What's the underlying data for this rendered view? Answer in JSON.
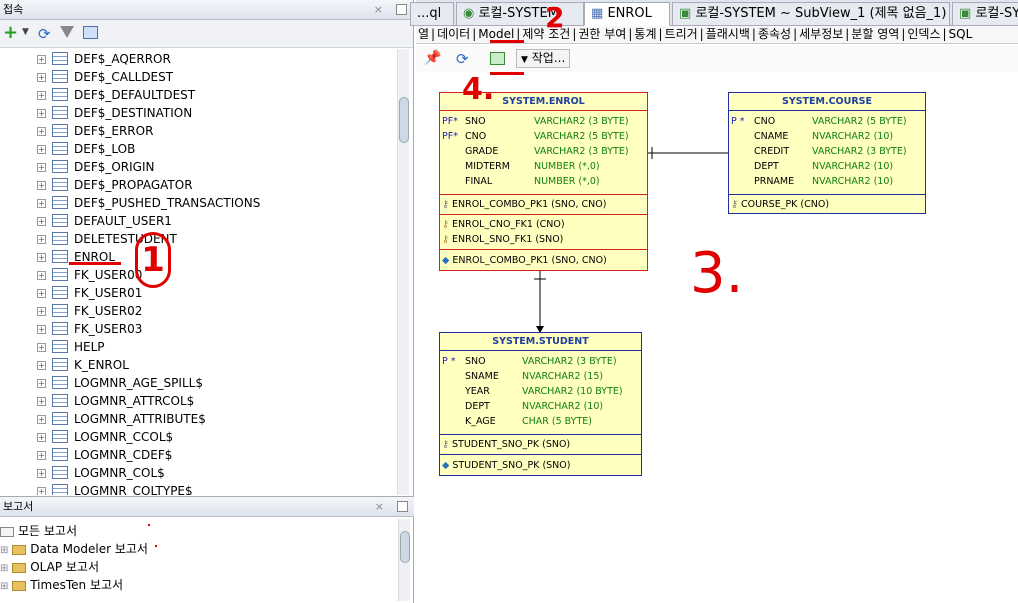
{
  "left_panel": {
    "title": "접속",
    "tree_items": [
      "DEF$_AQERROR",
      "DEF$_CALLDEST",
      "DEF$_DEFAULTDEST",
      "DEF$_DESTINATION",
      "DEF$_ERROR",
      "DEF$_LOB",
      "DEF$_ORIGIN",
      "DEF$_PROPAGATOR",
      "DEF$_PUSHED_TRANSACTIONS",
      "DEFAULT_USER1",
      "DELETESTUDENT",
      "ENROL",
      "FK_USER00",
      "FK_USER01",
      "FK_USER02",
      "FK_USER03",
      "HELP",
      "K_ENROL",
      "LOGMNR_AGE_SPILL$",
      "LOGMNR_ATTRCOL$",
      "LOGMNR_ATTRIBUTE$",
      "LOGMNR_CCOL$",
      "LOGMNR_CDEF$",
      "LOGMNR_COL$",
      "LOGMNR_COLTYPE$"
    ]
  },
  "reports_panel": {
    "title": "보고서",
    "items": [
      "모든 보고서",
      "Data Modeler 보고서",
      "OLAP 보고서",
      "TimesTen 보고서"
    ]
  },
  "tabs": [
    "...ql",
    "로컬-SYSTEM",
    "ENROL",
    "로컬-SYSTEM ~ SubView_1 (제목 없음_1)",
    "로컬-SY"
  ],
  "subtabs": [
    "열",
    "데이터",
    "Model",
    "제약 조건",
    "권한 부여",
    "통계",
    "트리거",
    "플래시백",
    "종속성",
    "세부정보",
    "분할 영역",
    "인덱스",
    "SQL"
  ],
  "toolbar": {
    "actions_label": "작업..."
  },
  "entities": {
    "enrol": {
      "title": "SYSTEM.ENROL",
      "columns": [
        {
          "key": "PF*",
          "name": "SNO",
          "type": "VARCHAR2 (3 BYTE)"
        },
        {
          "key": "PF*",
          "name": "CNO",
          "type": "VARCHAR2 (5 BYTE)"
        },
        {
          "key": "",
          "name": "GRADE",
          "type": "VARCHAR2 (3 BYTE)"
        },
        {
          "key": "",
          "name": "MIDTERM",
          "type": "NUMBER (*,0)"
        },
        {
          "key": "",
          "name": "FINAL",
          "type": "NUMBER (*,0)"
        }
      ],
      "pk": "ENROL_COMBO_PK1 (SNO, CNO)",
      "fks": [
        "ENROL_CNO_FK1 (CNO)",
        "ENROL_SNO_FK1 (SNO)"
      ],
      "idx": "ENROL_COMBO_PK1 (SNO, CNO)"
    },
    "course": {
      "title": "SYSTEM.COURSE",
      "columns": [
        {
          "key": "P *",
          "name": "CNO",
          "type": "VARCHAR2 (5 BYTE)"
        },
        {
          "key": "",
          "name": "CNAME",
          "type": "NVARCHAR2 (10)"
        },
        {
          "key": "",
          "name": "CREDIT",
          "type": "VARCHAR2 (3 BYTE)"
        },
        {
          "key": "",
          "name": "DEPT",
          "type": "NVARCHAR2 (10)"
        },
        {
          "key": "",
          "name": "PRNAME",
          "type": "NVARCHAR2 (10)"
        }
      ],
      "pk": "COURSE_PK (CNO)"
    },
    "student": {
      "title": "SYSTEM.STUDENT",
      "columns": [
        {
          "key": "P *",
          "name": "SNO",
          "type": "VARCHAR2 (3 BYTE)"
        },
        {
          "key": "",
          "name": "SNAME",
          "type": "NVARCHAR2 (15)"
        },
        {
          "key": "",
          "name": "YEAR",
          "type": "VARCHAR2 (10 BYTE)"
        },
        {
          "key": "",
          "name": "DEPT",
          "type": "NVARCHAR2 (10)"
        },
        {
          "key": "",
          "name": "K_AGE",
          "type": "CHAR (5 BYTE)"
        }
      ],
      "pk": "STUDENT_SNO_PK (SNO)",
      "idx": "STUDENT_SNO_PK (SNO)"
    }
  },
  "annotations": [
    "1",
    "2",
    "3.",
    "4."
  ],
  "colors": {
    "accent_red": "#e00000",
    "entity_fill": "#ffffc0",
    "entity_title": "#2040a0",
    "type_green": "#108010"
  }
}
